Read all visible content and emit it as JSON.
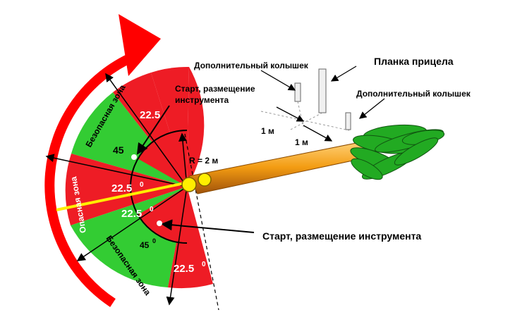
{
  "labels": {
    "extra_stake_left": "Дополнительный колышек",
    "sight_bar": "Планка прицела",
    "extra_stake_right": "Дополнительный колышек",
    "start_top": "Старт, размещение инструмента",
    "start_bottom": "Старт, размещение инструмента",
    "radius": "R = 2 м",
    "dist_1m_a": "1 м",
    "dist_1m_b": "1 м"
  },
  "zones": {
    "top_red": "22.5",
    "top_green": "45",
    "mid_red_upper": "22.5",
    "mid_red_upper_sup": "0",
    "mid_red_lower": "22.5",
    "mid_red_lower_sup": "0",
    "bottom_green": "45",
    "bottom_green_sup": "0",
    "bottom_red": "22.5",
    "bottom_red_sup": "0",
    "text_top_green": "Безопасная зона",
    "text_mid_red": "Опасная зона",
    "text_bottom_green": "Безопасная зона"
  },
  "colors": {
    "red": "#ee1c25",
    "green": "#33cc33",
    "arrow_red": "#ff0000",
    "log_orange": "#f5a623",
    "tree_green": "#22aa22"
  }
}
